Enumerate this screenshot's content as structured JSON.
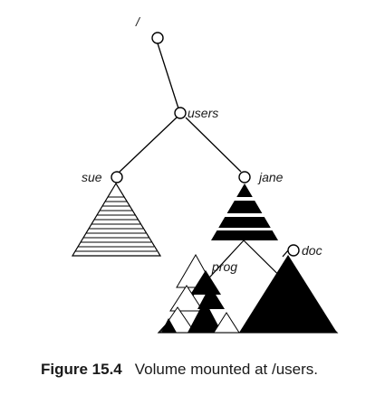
{
  "nodes": {
    "root": "/",
    "users": "users",
    "sue": "sue",
    "jane": "jane",
    "doc": "doc",
    "prog": "prog"
  },
  "caption": {
    "number": "Figure 15.4",
    "text": "Volume mounted at /users."
  }
}
